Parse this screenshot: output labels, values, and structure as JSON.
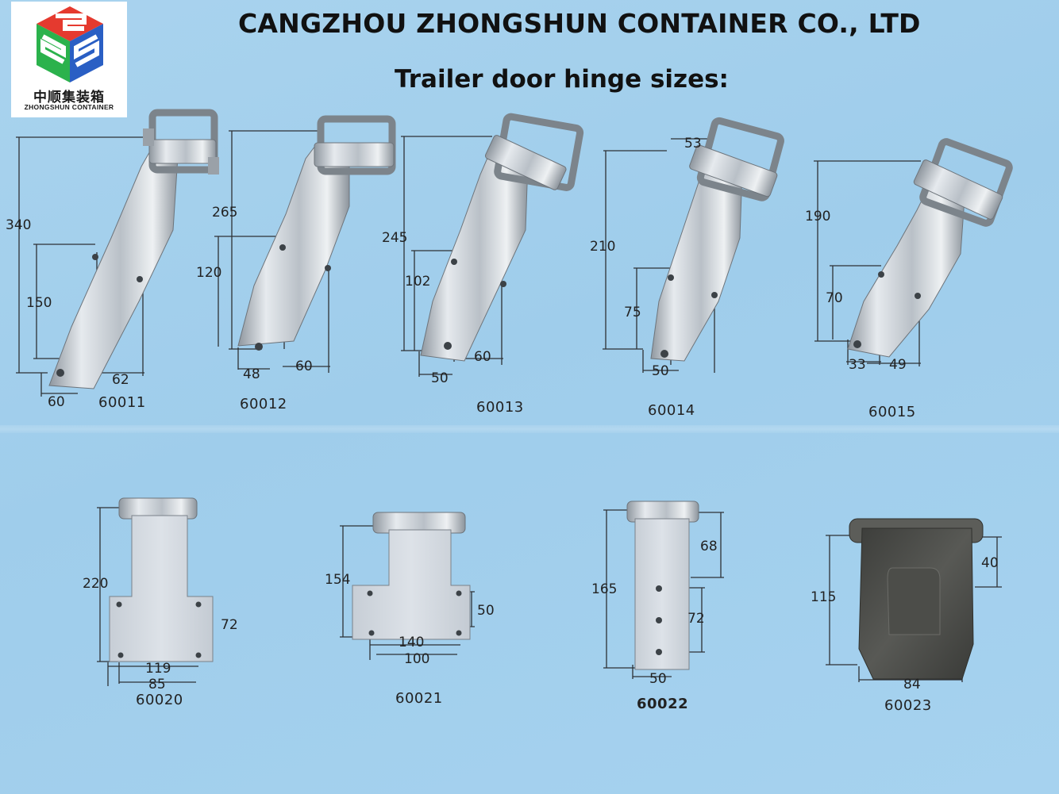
{
  "logo": {
    "name_cn": "中顺集装箱",
    "name_en": "ZHONGSHUN CONTAINER"
  },
  "header": {
    "company": "CANGZHOU ZHONGSHUN CONTAINER CO., LTD",
    "subtitle": "Trailer door hinge sizes:"
  },
  "colors": {
    "background": "#a6d2ef",
    "steel": "#c8cfd6",
    "dark_hinge": "#4a4b48",
    "text": "#222222"
  },
  "hinges": [
    {
      "model": "60011",
      "dims": [
        "340",
        "150",
        "60",
        "62"
      ]
    },
    {
      "model": "60012",
      "dims": [
        "265",
        "120",
        "48",
        "60"
      ]
    },
    {
      "model": "60013",
      "dims": [
        "245",
        "102",
        "50",
        "60"
      ]
    },
    {
      "model": "60014",
      "dims": [
        "53",
        "210",
        "75",
        "50"
      ]
    },
    {
      "model": "60015",
      "dims": [
        "190",
        "70",
        "33",
        "49"
      ]
    },
    {
      "model": "60020",
      "dims": [
        "220",
        "72",
        "119",
        "85"
      ]
    },
    {
      "model": "60021",
      "dims": [
        "154",
        "50",
        "140",
        "100"
      ]
    },
    {
      "model": "60022",
      "dims": [
        "68",
        "165",
        "72",
        "50"
      ]
    },
    {
      "model": "60023",
      "dims": [
        "40",
        "115",
        "84"
      ]
    }
  ]
}
